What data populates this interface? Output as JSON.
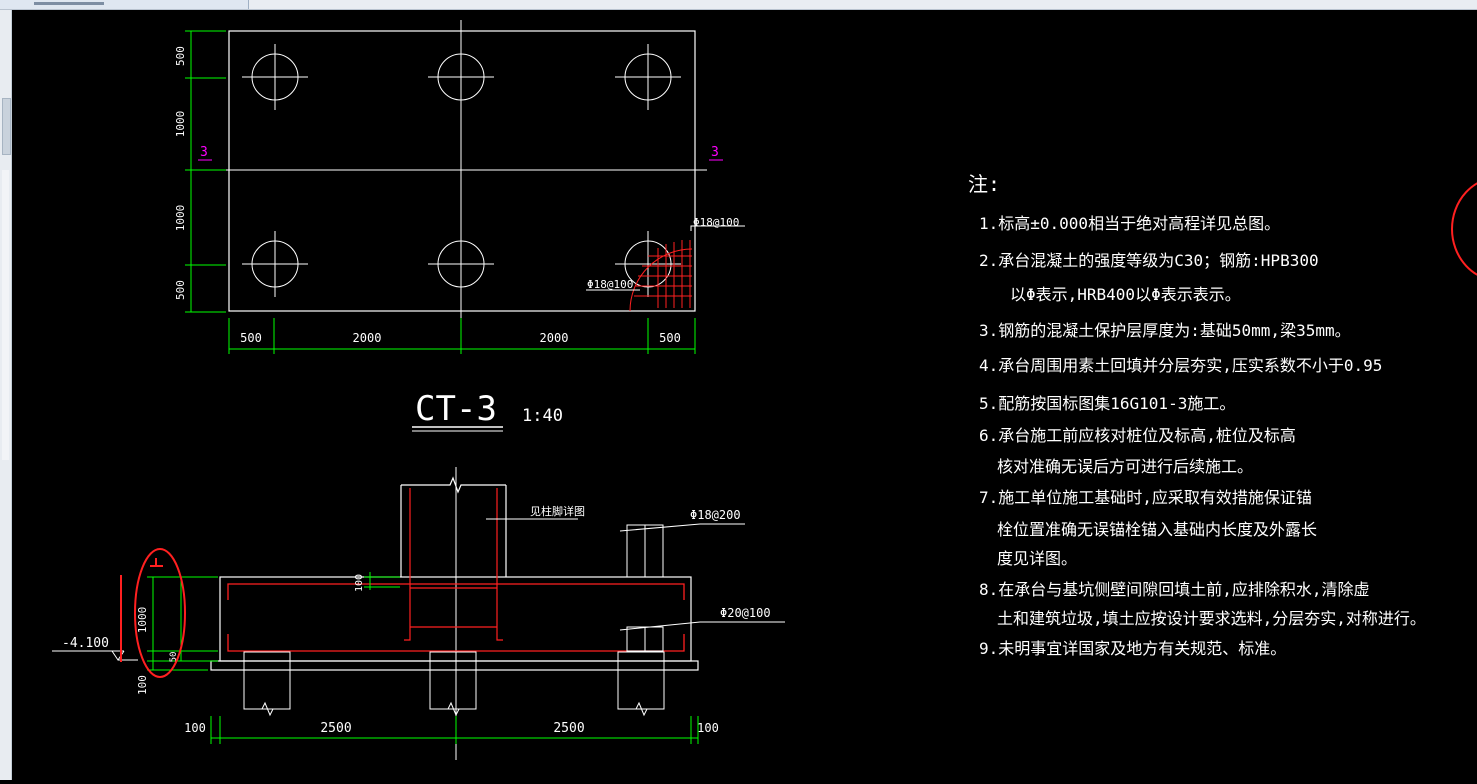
{
  "app": {
    "tab_title": ""
  },
  "plan": {
    "dims_left": [
      "500",
      "1000",
      "1000",
      "500"
    ],
    "dims_bottom": [
      "500",
      "2000",
      "2000",
      "500"
    ],
    "section_marks": [
      "3",
      "3"
    ],
    "rebar_top": "Φ18@100",
    "rebar_bottom": "Φ18@100"
  },
  "title": {
    "name": "CT-3",
    "scale": "1:40"
  },
  "section": {
    "col_note": "见柱脚详图",
    "rebar_top": "Φ18@200",
    "rebar_bottom": "Φ20@100",
    "elevation": "-4.100",
    "dim_100_a": "100",
    "dim_1000": "1000",
    "dim_50": "50",
    "dim_100_b": "100",
    "dims_bottom": [
      "100",
      "2500",
      "2500",
      "100"
    ]
  },
  "notes": {
    "title": "注:",
    "lines": [
      "1.标高±0.000相当于绝对高程详见总图。",
      "2.承台混凝土的强度等级为C30；钢筋:HPB300",
      "以Φ表示,HRB400以Φ表示表示。",
      "3.钢筋的混凝土保护层厚度为:基础50mm,梁35mm。",
      "4.承台周围用素土回填并分层夯实,压实系数不小于0.95",
      "5.配筋按国标图集16G101-3施工。",
      "6.承台施工前应核对桩位及标高,桩位及标高",
      "核对准确无误后方可进行后续施工。",
      "7.施工单位施工基础时,应采取有效措施保证锚",
      "栓位置准确无误锚栓锚入基础内长度及外露长",
      "度见详图。",
      "8.在承台与基坑侧壁间隙回填土前,应排除积水,清除虚",
      "土和建筑垃圾,填土应按设计要求选料,分层夯实,对称进行。",
      "9.未明事宜详国家及地方有关规范、标准。"
    ]
  },
  "colors": {
    "bg": "#000000",
    "line": "#ffffff",
    "dim": "#00ff00",
    "rebar": "#ff2020",
    "mark": "#ff00ff"
  }
}
